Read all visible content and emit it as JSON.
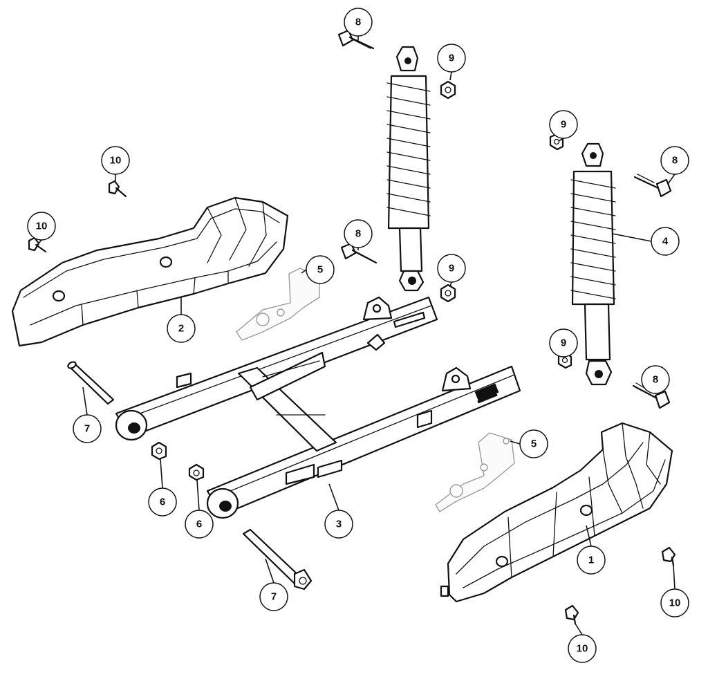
{
  "callouts": [
    {
      "id": "c8a",
      "label": "8"
    },
    {
      "id": "c9a",
      "label": "9"
    },
    {
      "id": "c9b",
      "label": "9"
    },
    {
      "id": "c8b",
      "label": "8"
    },
    {
      "id": "c10a",
      "label": "10"
    },
    {
      "id": "c10b",
      "label": "10"
    },
    {
      "id": "c4",
      "label": "4"
    },
    {
      "id": "c8c",
      "label": "8"
    },
    {
      "id": "c5a",
      "label": "5"
    },
    {
      "id": "c9c",
      "label": "9"
    },
    {
      "id": "c2",
      "label": "2"
    },
    {
      "id": "c9d",
      "label": "9"
    },
    {
      "id": "c8d",
      "label": "8"
    },
    {
      "id": "c7a",
      "label": "7"
    },
    {
      "id": "c5b",
      "label": "5"
    },
    {
      "id": "c6a",
      "label": "6"
    },
    {
      "id": "c6b",
      "label": "6"
    },
    {
      "id": "c3",
      "label": "3"
    },
    {
      "id": "c1",
      "label": "1"
    },
    {
      "id": "c7b",
      "label": "7"
    },
    {
      "id": "c10c",
      "label": "10"
    },
    {
      "id": "c10d",
      "label": "10"
    }
  ]
}
